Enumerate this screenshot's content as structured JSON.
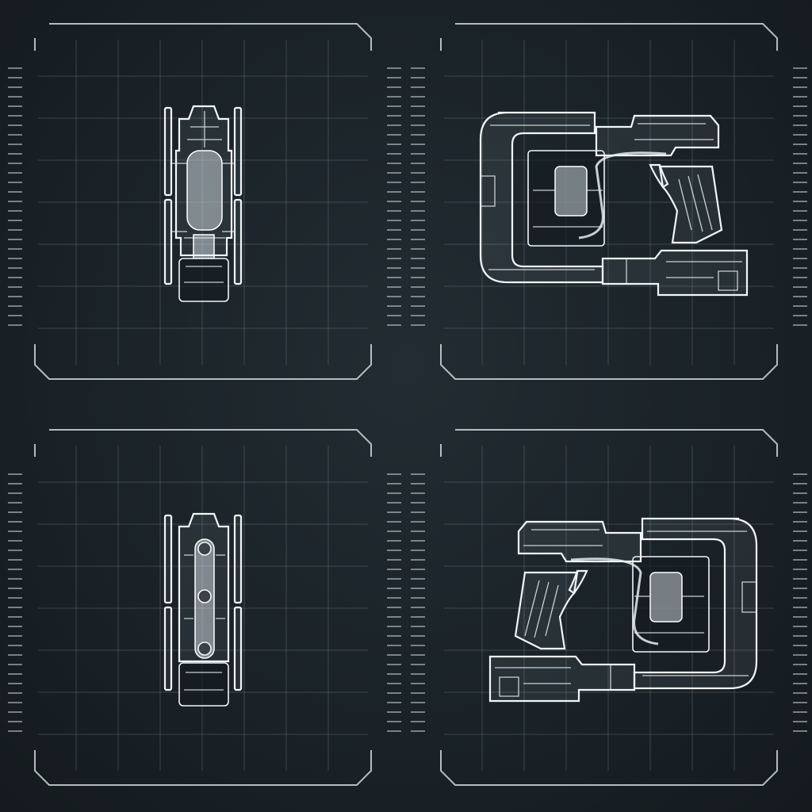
{
  "panels": [
    {
      "id": "top-left",
      "view": "top",
      "weapon": "plasma-cutter"
    },
    {
      "id": "top-right",
      "view": "side-right",
      "weapon": "plasma-cutter"
    },
    {
      "id": "bottom-left",
      "view": "bottom",
      "weapon": "plasma-cutter"
    },
    {
      "id": "bottom-right",
      "view": "side-left",
      "weapon": "plasma-cutter"
    }
  ],
  "colors": {
    "background": "#1a2227",
    "line": "#f2f6f8",
    "grid": "#7e8a90"
  }
}
